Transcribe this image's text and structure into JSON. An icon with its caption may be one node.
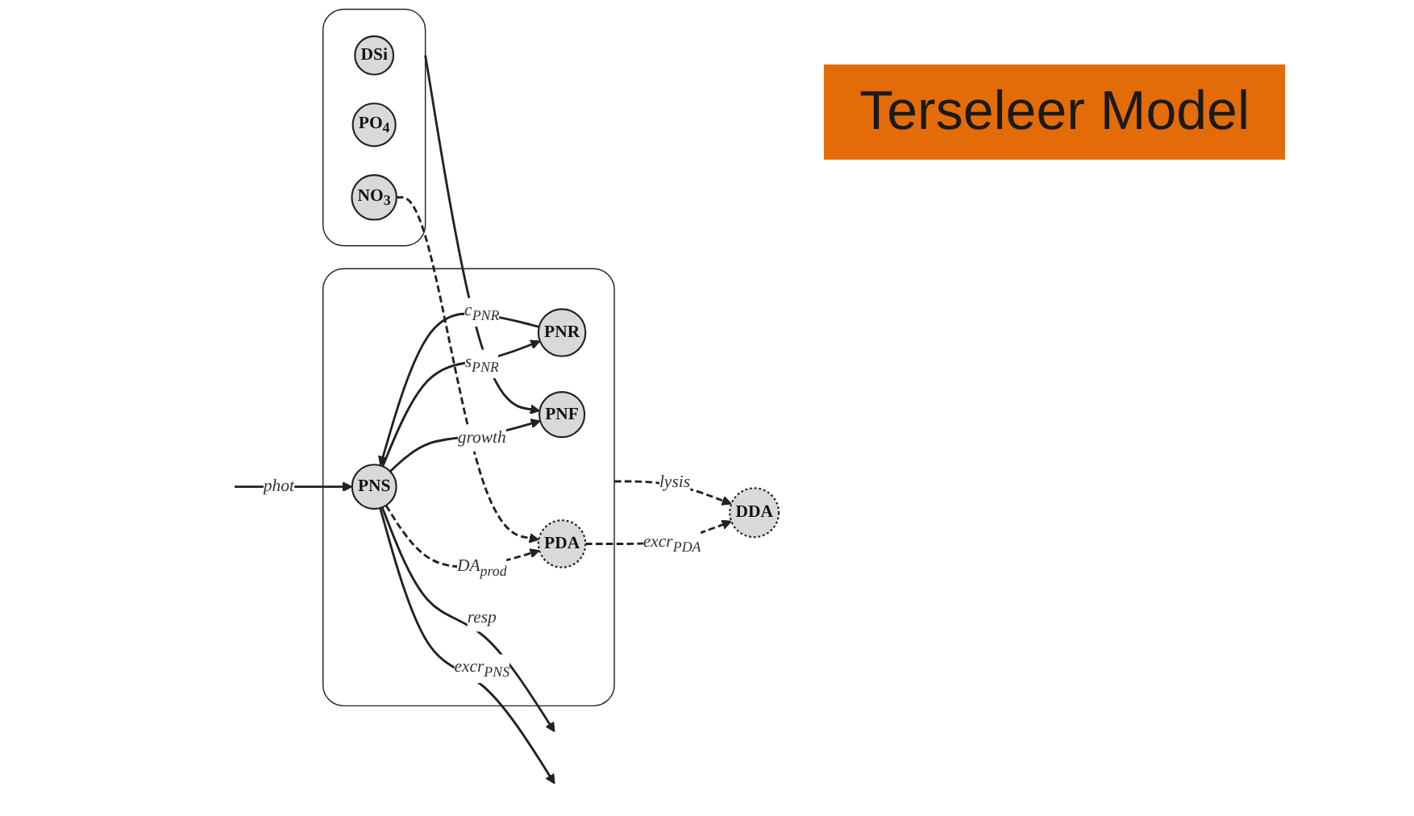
{
  "diagram": {
    "title": "Terseleer Model",
    "nodes": [
      {
        "text": [],
        "shape": "box"
      },
      {
        "text": [
          "PNS"
        ],
        "in": 0
      },
      {
        "text": [
          "PNR"
        ],
        "in": 0
      },
      {
        "text": [
          "PNF"
        ],
        "in": 0
      },
      {
        "text": [
          "PDA"
        ],
        "in": 0
      },
      {
        "text": [],
        "shape": "box"
      },
      {
        "text": [
          "DSi"
        ],
        "in": 5
      },
      {
        "text": [
          "PO$_{4}$"
        ],
        "in": 5
      },
      {
        "text": [
          "NO$_{3}$"
        ],
        "in": 5
      },
      {
        "text": [
          "DDA"
        ]
      }
    ],
    "edges": [
      {
        "from": null,
        "to": 1,
        "arrow": "to",
        "label": "phot"
      },
      {
        "from": 1,
        "to": null,
        "arrow": "to",
        "label": "resp"
      },
      {
        "from": 1,
        "to": null,
        "arrow": "to",
        "label": "excr$_{PNS}$"
      },
      {
        "from": 1,
        "to": 2,
        "arrow": "to",
        "label": "s$_{PNR}$"
      },
      {
        "from": 2,
        "to": 1,
        "arrow": "to",
        "label": "c$_{PNR}$"
      },
      {
        "from": 1,
        "to": 3,
        "arrow": "to",
        "label": "growth"
      },
      {
        "from": 5,
        "to": 3,
        "arrow": "to"
      },
      {
        "from": 1,
        "to": 4,
        "arrow": "to",
        "label": "DA$_{prod}$",
        "style": "dashed"
      },
      {
        "from": 8,
        "to": 4,
        "arrow": "to",
        "style": "dashed"
      },
      {
        "from": 4,
        "to": 9,
        "arrow": "to",
        "label": "excr$_{PDA}$",
        "style": "dashed"
      },
      {
        "from": 0,
        "to": 9,
        "arrow": "to",
        "label": "lysis",
        "style": "dashed"
      }
    ]
  }
}
